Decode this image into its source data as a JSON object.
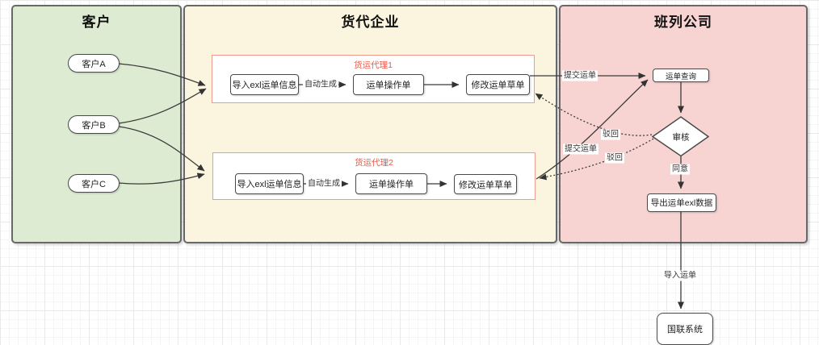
{
  "diagram": {
    "lanes": {
      "customer": {
        "title": "客户"
      },
      "forwarder": {
        "title": "货代企业"
      },
      "company": {
        "title": "班列公司"
      }
    },
    "customers": [
      {
        "label": "客户A"
      },
      {
        "label": "客户B"
      },
      {
        "label": "客户C"
      }
    ],
    "groups": [
      {
        "title": "货运代理1",
        "nodes": {
          "import": "导入exl运单信息",
          "operate": "运单操作单",
          "modify": "修改运单草单"
        }
      },
      {
        "title": "货运代理2",
        "nodes": {
          "import": "导入exl运单信息",
          "operate": "运单操作单",
          "modify": "修改运单草单"
        }
      }
    ],
    "company_nodes": {
      "query": "运单查询",
      "audit": "审核",
      "export": "导出运单exl数据",
      "guolian": "国联系统"
    },
    "edge_labels": {
      "auto_generate": "自动生成",
      "submit": "提交运单",
      "reject": "驳回",
      "agree": "同意",
      "import_waybill": "导入运单"
    },
    "colors": {
      "lane_customer_fill": "#dcebd1",
      "lane_forwarder_fill": "#fbf4de",
      "lane_company_fill": "#f7d4d2",
      "group_border": "#f09a8d",
      "group_title_text": "#e8594a",
      "node_border": "#4a4a4a",
      "edge_stroke": "#3b3b3b"
    }
  }
}
